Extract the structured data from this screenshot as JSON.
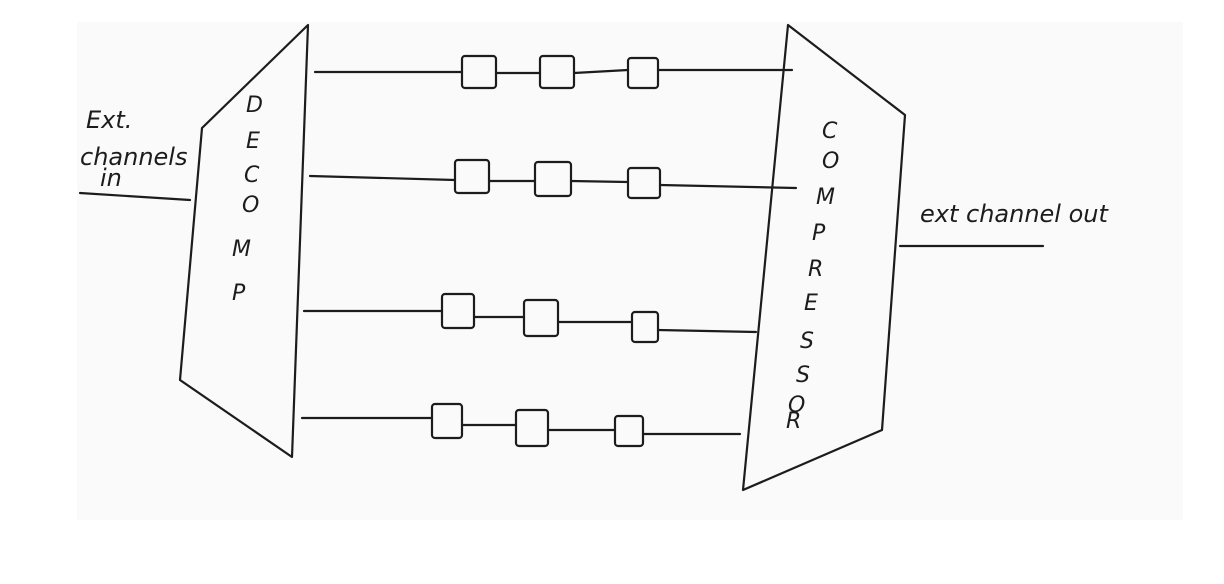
{
  "colors": {
    "paper": "#fafafa",
    "ink": "#1c1c1c"
  },
  "input_label": [
    "Ext.",
    "channels",
    "in"
  ],
  "output_label": "ext channel out",
  "decompressor_letters": [
    "D",
    "E",
    "C",
    "O",
    "M",
    "P"
  ],
  "compressor_letters": [
    "C",
    "O",
    "M",
    "P",
    "R",
    "E",
    "S",
    "S",
    "O",
    "R"
  ],
  "channel_count": 4,
  "boxes_per_channel": 3
}
